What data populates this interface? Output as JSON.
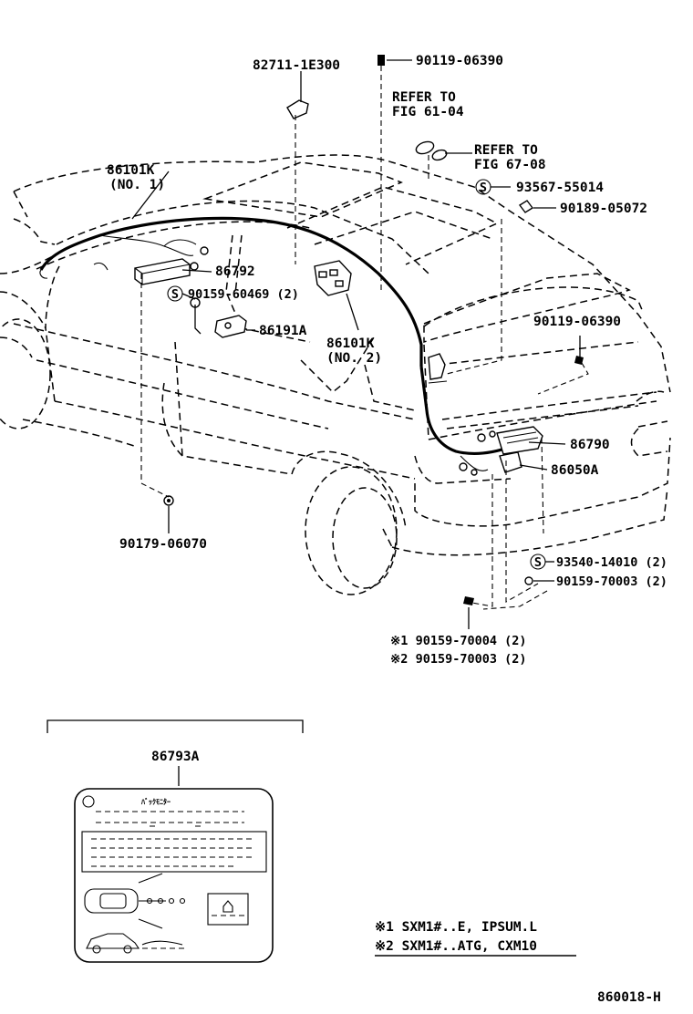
{
  "parts": {
    "p_82711": "82711-1E300",
    "p_90119_top": "90119-06390",
    "refer_61_a": "REFER TO",
    "refer_61_b": "FIG 61-04",
    "refer_67_a": "REFER TO",
    "refer_67_b": "FIG 67-08",
    "p_93567": "93567-55014",
    "p_90189": "90189-05072",
    "p_86101k_1": "86101K",
    "p_86101k_1_no": "(NO. 1)",
    "p_86792": "86792",
    "p_90159_60469": "90159-60469 (2)",
    "p_86191a": "86191A",
    "p_86101k_2": "86101K",
    "p_86101k_2_no": "(NO. 2)",
    "p_90119_right": "90119-06390",
    "p_86790": "86790",
    "p_86050a": "86050A",
    "p_90179": "90179-06070",
    "p_93540": "93540-14010 (2)",
    "p_90159_70003": "90159-70003 (2)",
    "p_note1_part": "※1 90159-70004 (2)",
    "p_note2_part": "※2 90159-70003 (2)",
    "p_86793a": "86793A"
  },
  "s_mark": "S",
  "label_card_title": "ﾊﾞｯｸﾓﾆﾀｰ",
  "footnotes": [
    "※1  SXM1#..E, IPSUM.L",
    "※2  SXM1#..ATG, CXM10"
  ],
  "figure_code": "860018-H"
}
